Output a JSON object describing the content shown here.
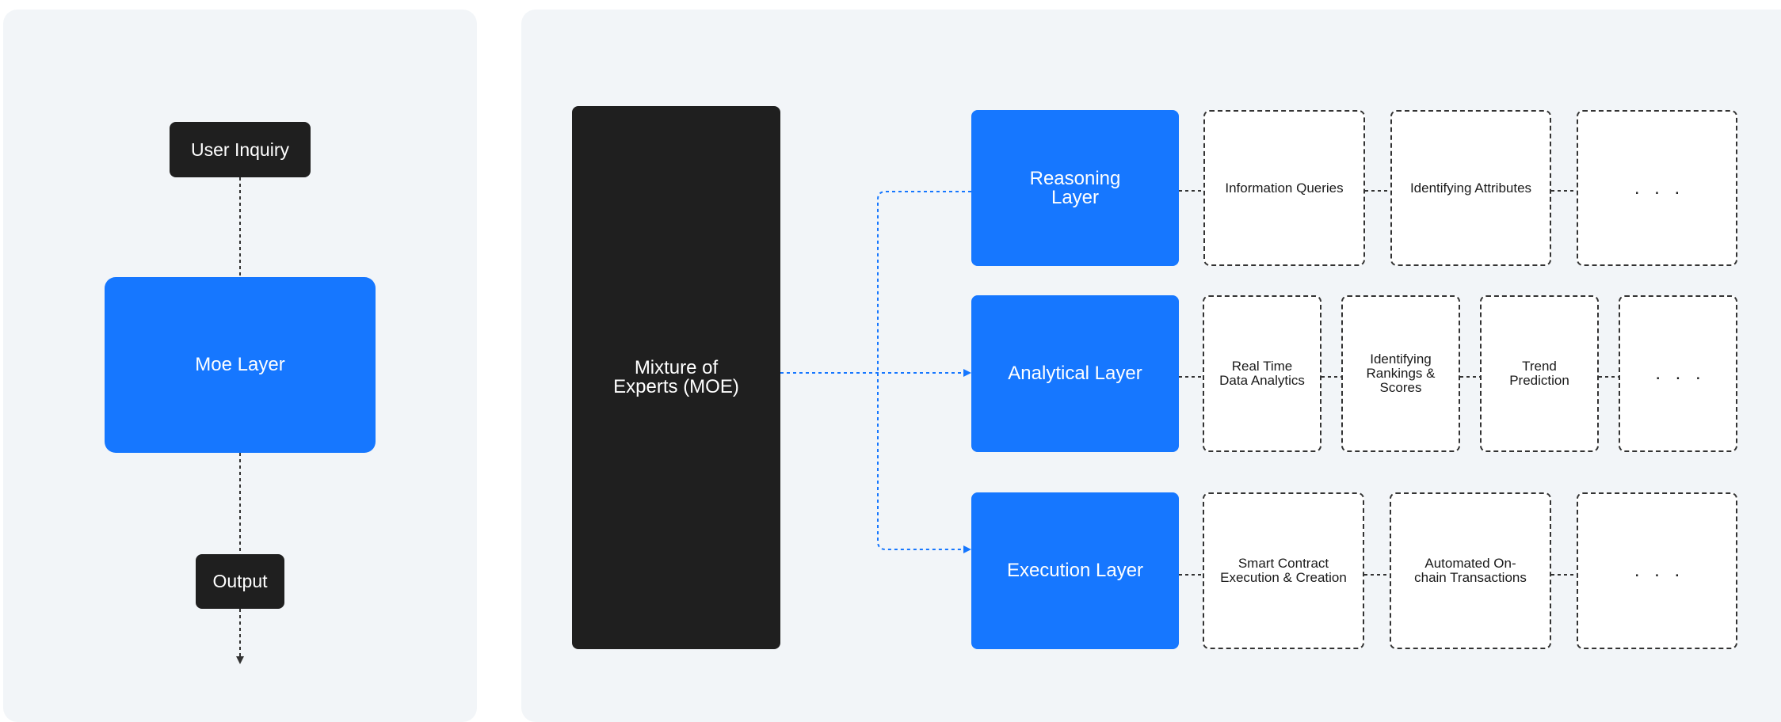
{
  "left_flow": {
    "user_inquiry": "User Inquiry",
    "moe_layer": "Moe Layer",
    "output": "Output"
  },
  "right_flow": {
    "moe_block": "Mixture of\nExperts (MOE)",
    "layers": [
      {
        "label": "Reasoning\nLayer",
        "tasks": [
          "Information Queries",
          "Identifying Attributes",
          ". . ."
        ]
      },
      {
        "label": "Analytical Layer",
        "tasks": [
          "Real Time\nData Analytics",
          "Identifying\nRankings &\nScores",
          "Trend\nPrediction",
          ". . ."
        ]
      },
      {
        "label": "Execution Layer",
        "tasks": [
          "Smart Contract\nExecution & Creation",
          "Automated On-\nchain Transactions",
          ". . ."
        ]
      }
    ]
  },
  "colors": {
    "panel_bg": "#f2f5f8",
    "accent_blue": "#1677ff",
    "dark_node": "#1f1f1f",
    "dashed_border": "#333333"
  }
}
